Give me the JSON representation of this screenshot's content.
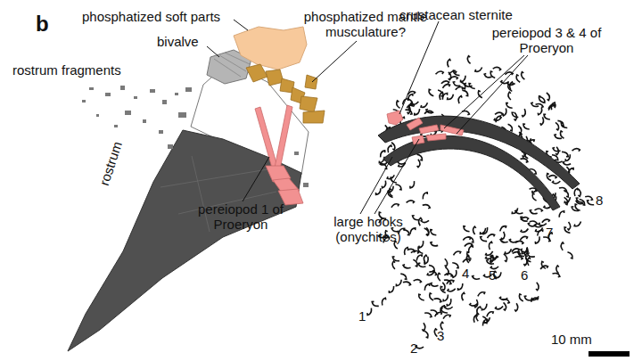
{
  "diagram": {
    "labels": [
      "b",
      "phosphatized soft parts",
      "bivalve",
      "rostrum fragments",
      "rostrum",
      "phosphatized mantle musculature?",
      "pereiopod 1 of Proeryon",
      "crustacean sternite",
      "pereiopod 3 & 4 of Proeryon",
      "large hooks (onychites)",
      "1",
      "2",
      "3",
      "4",
      "5",
      "6",
      "7",
      "8",
      "10 mm"
    ]
  }
}
